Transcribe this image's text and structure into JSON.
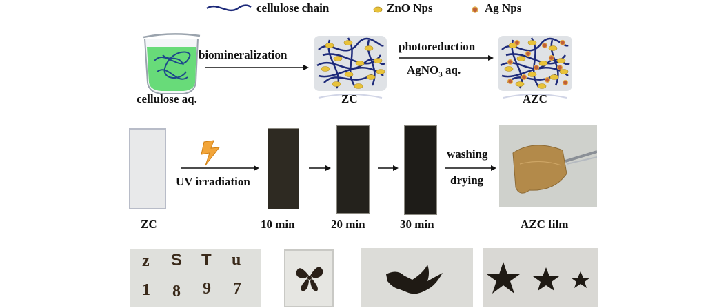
{
  "legend": {
    "cellulose_chain": "cellulose chain",
    "zno": "ZnO Nps",
    "ag": "Ag Nps"
  },
  "top_row": {
    "beaker_label": "cellulose aq.",
    "step1": "biomineralization",
    "zc_label": "ZC",
    "step2_line1": "photoreduction",
    "step2_line2_main": "AgNO",
    "step2_line2_sub": "3",
    "step2_line2_tail": " aq.",
    "azc_label": "AZC"
  },
  "middle_row": {
    "zc": "ZC",
    "uv": "UV irradiation",
    "t10": "10 min",
    "t20": "20 min",
    "t30": "30 min",
    "washing": "washing",
    "drying": "drying",
    "film": "AZC film"
  },
  "bottom_row": {
    "letters": [
      "z",
      "S",
      "T",
      "u"
    ],
    "digits": [
      "1",
      "8",
      "9",
      "7"
    ]
  },
  "colors": {
    "chain": "#1d2a7a",
    "zno": "#e8c23a",
    "ag": "#c0603a",
    "green_solution": "#59d86a",
    "dark_film": "#2c2820",
    "film_gold": "#b38a4a"
  }
}
